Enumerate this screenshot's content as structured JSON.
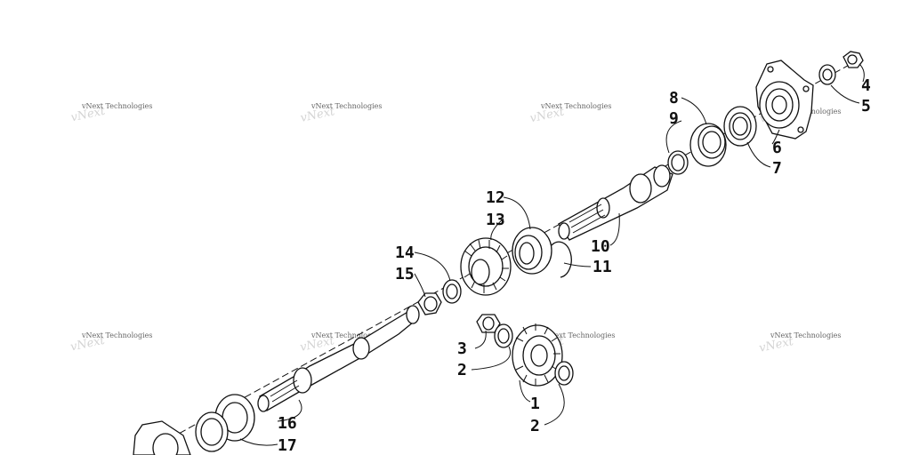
{
  "watermark": {
    "text": "vNext Technologies"
  },
  "callouts": {
    "c1": "1",
    "c2a": "2",
    "c2b": "2",
    "c3": "3",
    "c4": "4",
    "c5": "5",
    "c6": "6",
    "c7": "7",
    "c8": "8",
    "c9": "9",
    "c10": "10",
    "c11": "11",
    "c12": "12",
    "c13": "13",
    "c14": "14",
    "c15": "15",
    "c16": "16",
    "c17": "17"
  }
}
